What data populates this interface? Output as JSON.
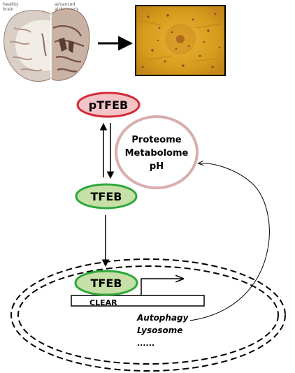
{
  "brain_captions": {
    "healthy_line1": "healthy",
    "healthy_line2": "brain",
    "advanced_line1": "advanced",
    "advanced_line2": "alzheimer's"
  },
  "nodes": {
    "ptfeb": "pTFEB",
    "tfeb_cytoplasm": "TFEB",
    "tfeb_nucleus": "TFEB",
    "proteome": "Proteome",
    "metabolome": "Metabolome",
    "ph": "pH"
  },
  "gene": {
    "clear_label": "CLEAR"
  },
  "targets": {
    "autophagy": "Autophagy",
    "lysosome": "Lysosome",
    "ellipsis": "......"
  },
  "colors": {
    "ptfeb_fill": "#f2c4c8",
    "ptfeb_stroke": "#d42a35",
    "tfeb_fill": "#c6e0a8",
    "tfeb_stroke": "#2ea83a",
    "env_stroke": "#d9aeae",
    "tissue_bg": "#d9a320"
  }
}
